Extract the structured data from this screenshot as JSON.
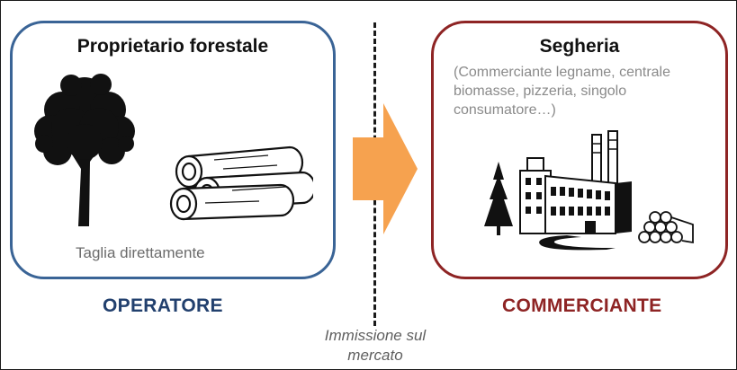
{
  "left_panel": {
    "title": "Proprietario forestale",
    "caption": "Taglia direttamente",
    "role": "OPERATORE",
    "border_color": "#3a6496",
    "icons": [
      "tree-icon",
      "logs-icon"
    ]
  },
  "right_panel": {
    "title": "Segheria",
    "description": "(Commerciante legname, centrale biomasse, pizzeria, singolo consumatore…)",
    "role": "COMMERCIANTE",
    "border_color": "#8e2424",
    "icons": [
      "sawmill-icon"
    ]
  },
  "transition": {
    "label_line1": "Immissione sul",
    "label_line2": "mercato",
    "arrow_color": "#f6a24f"
  }
}
